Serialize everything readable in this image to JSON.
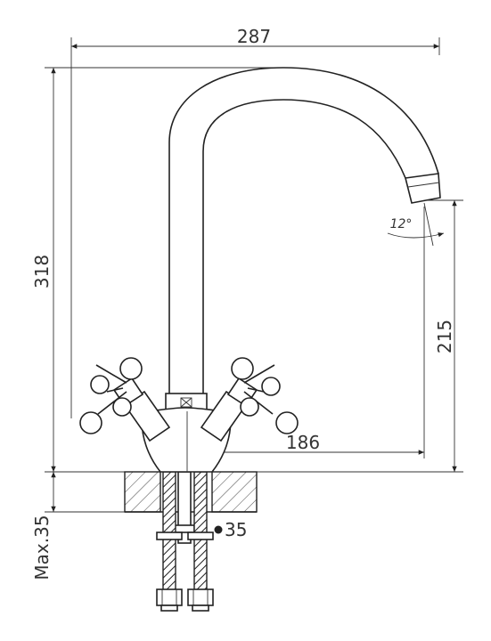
{
  "drawing": {
    "dimensions": {
      "width": "287",
      "height": "318",
      "spout_height": "215",
      "reach": "186",
      "max_countertop": "Max.35",
      "hole_diameter": "35",
      "spout_angle": "12°"
    },
    "colors": {
      "line": "#222222",
      "background": "#ffffff"
    }
  }
}
